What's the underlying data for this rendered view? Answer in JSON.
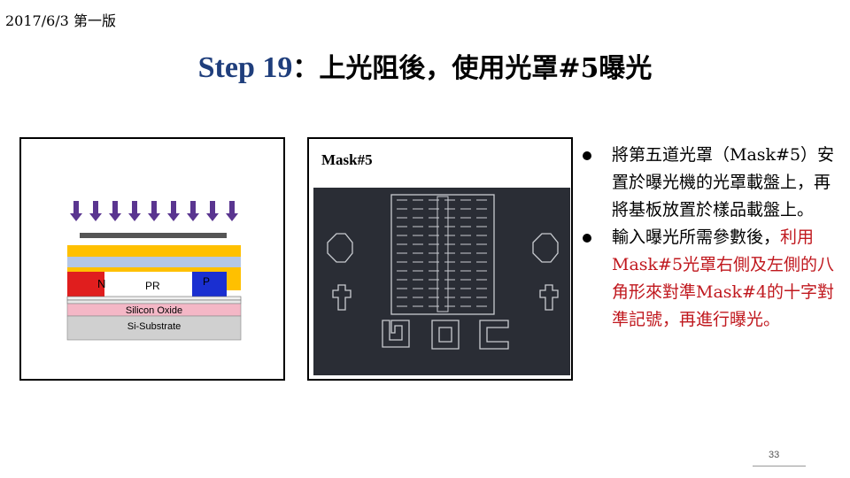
{
  "header": {
    "date_label": "2017/6/3 第一版"
  },
  "title": {
    "step": "Step 19",
    "text": "：上光阻後，使用光罩#5曝光"
  },
  "diagram": {
    "n_label": "N",
    "pr_label": "PR",
    "p_label": "P",
    "oxide_label": "Silicon Oxide",
    "substrate_label": "Si-Substrate"
  },
  "mask": {
    "label": "Mask#5",
    "background": "#2a2d35",
    "stroke": "#c9ccd1"
  },
  "bullets": [
    {
      "text": "將第五道光罩（Mask#5）安置於曝光機的光罩載盤上，再將基板放置於樣品載盤上。"
    },
    {
      "text_black": "輸入曝光所需參數後，",
      "text_red": "利用Mask#5光罩右側及左側的八角形來對準Mask#4的十字對準記號，再進行曝光。"
    }
  ],
  "colors": {
    "title_blue": "#1f3e7c",
    "arrow_purple": "#5a3590",
    "n_region": "#e01e1e",
    "p_region": "#1a2fd1",
    "yellow_layer": "#ffc000",
    "light_blue_layer": "#b4c7e7",
    "pink_layer": "#f4b7c6",
    "bullet_red": "#c0181e"
  },
  "footer": {
    "page_number": "33"
  }
}
